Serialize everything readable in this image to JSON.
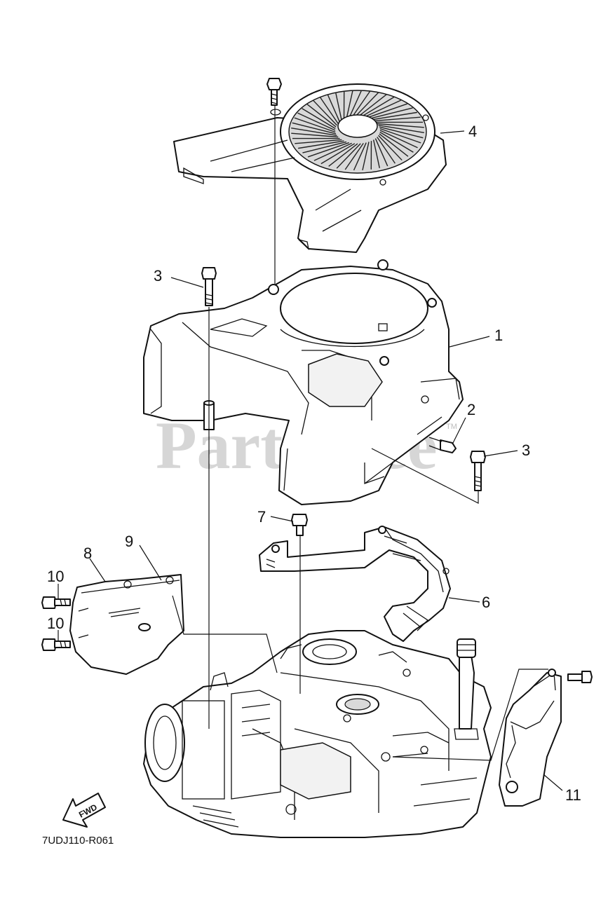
{
  "diagram": {
    "watermark": "PartsTree",
    "watermark_tm": "TM",
    "diagram_code": "7UDJ110-R061",
    "fwd_arrow_label": "FWD",
    "callouts": [
      {
        "id": "c4",
        "text": "4"
      },
      {
        "id": "c3a",
        "text": "3"
      },
      {
        "id": "c1",
        "text": "1"
      },
      {
        "id": "c2",
        "text": "2"
      },
      {
        "id": "c3b",
        "text": "3"
      },
      {
        "id": "c7",
        "text": "7"
      },
      {
        "id": "c9",
        "text": "9"
      },
      {
        "id": "c8",
        "text": "8"
      },
      {
        "id": "c10a",
        "text": "10"
      },
      {
        "id": "c10b",
        "text": "10"
      },
      {
        "id": "c6",
        "text": "6"
      },
      {
        "id": "c11",
        "text": "11"
      }
    ]
  }
}
